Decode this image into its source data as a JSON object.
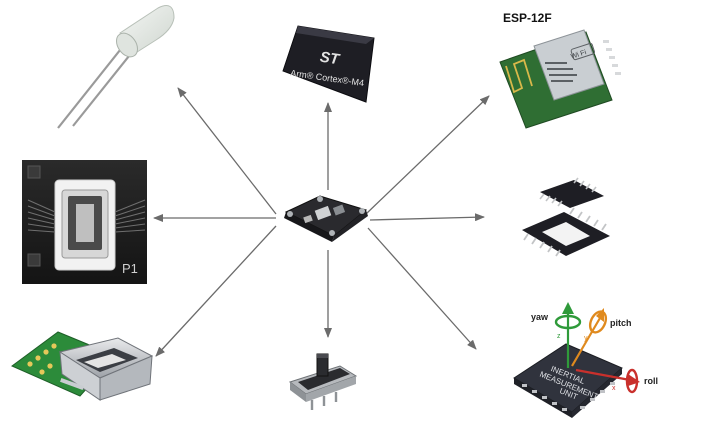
{
  "labels": {
    "esp_module": "ESP-12F",
    "wifi_badge": "Wi Fi",
    "mcu_line1": "Arm® Cortex®-M4",
    "mcu_logo": "ST",
    "connector_ref": "P1",
    "imu_line1": "INERTIAL",
    "imu_line2": "MEASUREMENT",
    "imu_line3": "UNIT",
    "imu_yaw": "yaw",
    "imu_pitch": "pitch",
    "imu_roll": "roll",
    "imu_axis_x": "x",
    "imu_axis_y": "y",
    "imu_axis_z": "z"
  },
  "colors": {
    "arrow": "#6b6b6b",
    "pcb_dark": "#1c1c1c",
    "chip_black": "#1e1e24",
    "usb_pcb": "#2c8b3a",
    "esp_pcb": "#2f6e33",
    "imu_chip": "#30333d"
  },
  "icons": [
    "led-icon",
    "mcu-chip-icon",
    "wifi-module-icon",
    "fpc-connector-icon",
    "ic-package-icon",
    "usb-connector-icon",
    "slide-switch-icon",
    "imu-chip-icon",
    "flight-board-icon"
  ]
}
